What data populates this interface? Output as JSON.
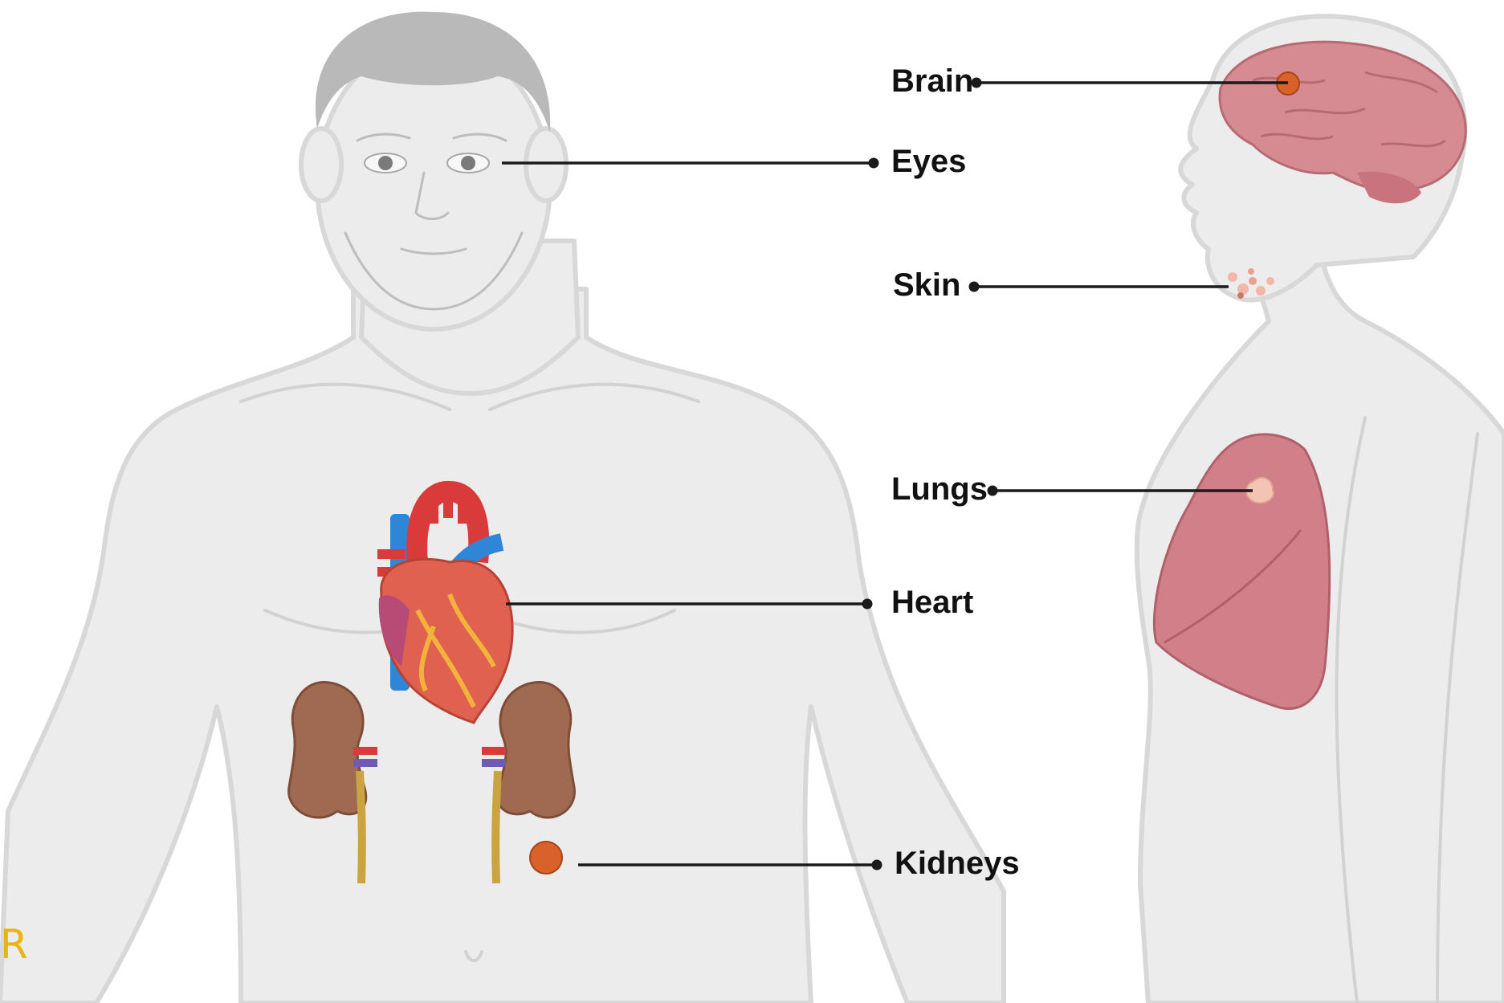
{
  "labels": {
    "brain": "Brain",
    "eyes": "Eyes",
    "skin": "Skin",
    "lungs": "Lungs",
    "heart": "Heart",
    "kidneys": "Kidneys"
  },
  "watermark": "R",
  "colors": {
    "body": "#ececec",
    "body_outline": "#d8d8d8",
    "hair": "#b9b9b9",
    "brain": "#d68a91",
    "lung": "#d17f89",
    "heart": "#e0614f",
    "artery": "#d93a3a",
    "vein": "#2f86d6",
    "kidney": "#a06a52",
    "tumor": "#d8622a",
    "leader": "#1a1a1a",
    "watermark": "#e8b410"
  }
}
